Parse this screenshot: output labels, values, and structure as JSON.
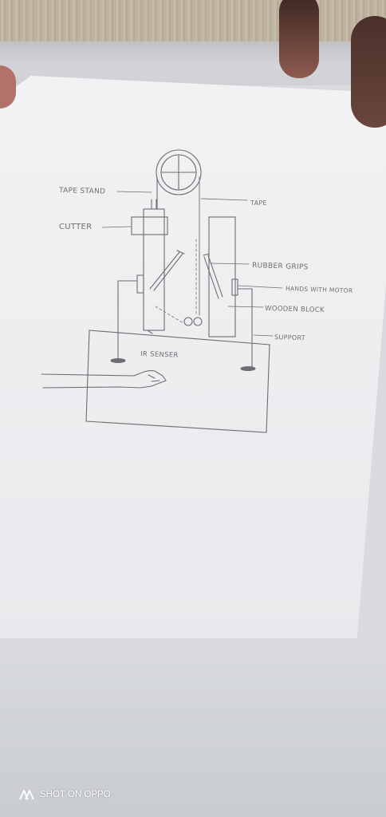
{
  "diagram": {
    "labels": {
      "tape_stand": "TAPE STAND",
      "cutter": "CUTTER",
      "tape": "TAPE",
      "rubber_grips": "RUBBER GRIPS",
      "hands_with_motor": "HANDS WITH MOTOR",
      "wooden_block": "WOODEN BLOCK",
      "support": "SUPPORT",
      "ir_sensor": "IR SENSER"
    }
  },
  "watermark": {
    "text": "SHOT ON OPPO"
  },
  "colors": {
    "pencil": "#6e6e72",
    "paper": "#eeeff1"
  }
}
